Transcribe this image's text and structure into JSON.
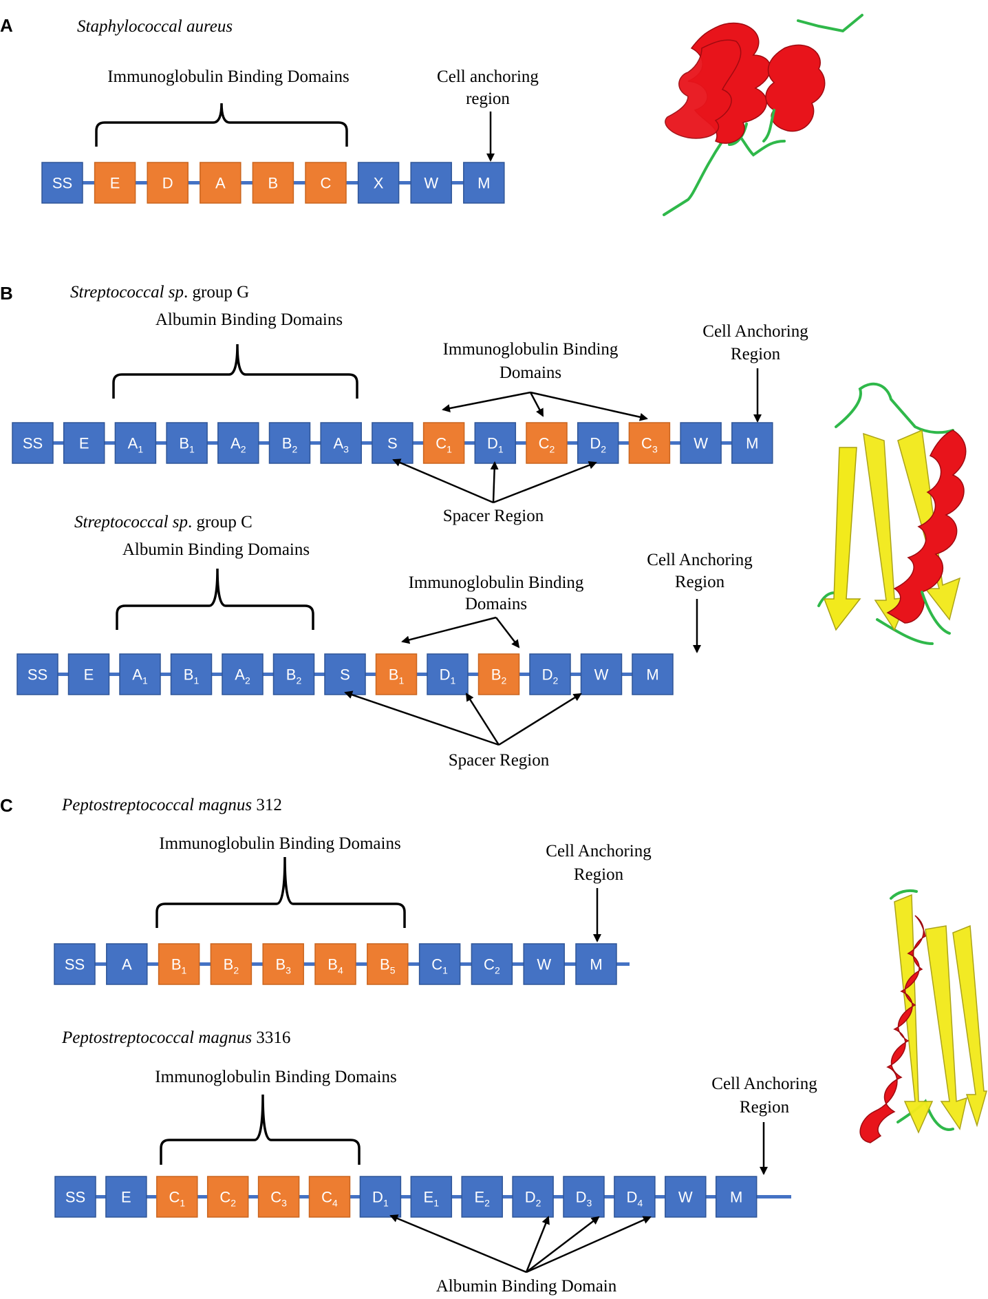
{
  "colors": {
    "blue_domain": "#4472c4",
    "orange_domain": "#ed7d31",
    "chain": "#4472c4"
  },
  "panels": {
    "A": {
      "letter": "A",
      "species": "Staphylococcal aureus",
      "brace_label": "Immunoglobulin Binding Domains",
      "anchor_label": [
        "Cell anchoring",
        "region"
      ],
      "domains": [
        {
          "t": "SS",
          "c": "b"
        },
        {
          "t": "E",
          "c": "o"
        },
        {
          "t": "D",
          "c": "o"
        },
        {
          "t": "A",
          "c": "o"
        },
        {
          "t": "B",
          "c": "o"
        },
        {
          "t": "C",
          "c": "o"
        },
        {
          "t": "X",
          "c": "b"
        },
        {
          "t": "W",
          "c": "b"
        },
        {
          "t": "M",
          "c": "b"
        }
      ]
    },
    "B1": {
      "letter": "B",
      "species_italic": "Streptococcal sp",
      "species_rest": ". group G",
      "brace_label": "Albumin Binding Domains",
      "ig_label": [
        "Immunoglobulin Binding",
        "Domains"
      ],
      "anchor_label": [
        "Cell Anchoring",
        "Region"
      ],
      "spacer_label": "Spacer Region",
      "domains": [
        {
          "t": "SS",
          "c": "b"
        },
        {
          "t": "E",
          "c": "b"
        },
        {
          "t": "A",
          "s": "1",
          "c": "b"
        },
        {
          "t": "B",
          "s": "1",
          "c": "b"
        },
        {
          "t": "A",
          "s": "2",
          "c": "b"
        },
        {
          "t": "B",
          "s": "2",
          "c": "b"
        },
        {
          "t": "A",
          "s": "3",
          "c": "b"
        },
        {
          "t": "S",
          "c": "b"
        },
        {
          "t": "C",
          "s": "1",
          "c": "o"
        },
        {
          "t": "D",
          "s": "1",
          "c": "b"
        },
        {
          "t": "C",
          "s": "2",
          "c": "o"
        },
        {
          "t": "D",
          "s": "2",
          "c": "b"
        },
        {
          "t": "C",
          "s": "3",
          "c": "o"
        },
        {
          "t": "W",
          "c": "b"
        },
        {
          "t": "M",
          "c": "b"
        }
      ]
    },
    "B2": {
      "species_italic": "Streptococcal sp",
      "species_rest": ". group C",
      "brace_label": "Albumin Binding Domains",
      "ig_label": [
        "Immunoglobulin Binding",
        "Domains"
      ],
      "anchor_label": [
        "Cell Anchoring",
        "Region"
      ],
      "spacer_label": "Spacer Region",
      "domains": [
        {
          "t": "SS",
          "c": "b"
        },
        {
          "t": "E",
          "c": "b"
        },
        {
          "t": "A",
          "s": "1",
          "c": "b"
        },
        {
          "t": "B",
          "s": "1",
          "c": "b"
        },
        {
          "t": "A",
          "s": "2",
          "c": "b"
        },
        {
          "t": "B",
          "s": "2",
          "c": "b"
        },
        {
          "t": "S",
          "c": "b"
        },
        {
          "t": "B",
          "s": "1",
          "c": "o"
        },
        {
          "t": "D",
          "s": "1",
          "c": "b"
        },
        {
          "t": "B",
          "s": "2",
          "c": "o"
        },
        {
          "t": "D",
          "s": "2",
          "c": "b"
        },
        {
          "t": "W",
          "c": "b"
        },
        {
          "t": "M",
          "c": "b"
        }
      ]
    },
    "C1": {
      "letter": "C",
      "species_italic": "Peptostreptococcal magnus",
      "species_rest": " 312",
      "brace_label": "Immunoglobulin Binding Domains",
      "anchor_label": [
        "Cell Anchoring",
        "Region"
      ],
      "domains": [
        {
          "t": "SS",
          "c": "b"
        },
        {
          "t": "A",
          "c": "b"
        },
        {
          "t": "B",
          "s": "1",
          "c": "o"
        },
        {
          "t": "B",
          "s": "2",
          "c": "o"
        },
        {
          "t": "B",
          "s": "3",
          "c": "o"
        },
        {
          "t": "B",
          "s": "4",
          "c": "o"
        },
        {
          "t": "B",
          "s": "5",
          "c": "o"
        },
        {
          "t": "C",
          "s": "1",
          "c": "b"
        },
        {
          "t": "C",
          "s": "2",
          "c": "b"
        },
        {
          "t": "W",
          "c": "b"
        },
        {
          "t": "M",
          "c": "b"
        }
      ]
    },
    "C2": {
      "species_italic": "Peptostreptococcal magnus",
      "species_rest": " 3316",
      "brace_label": "Immunoglobulin Binding Domains",
      "anchor_label": [
        "Cell Anchoring",
        "Region"
      ],
      "albumin_label": "Albumin Binding Domain",
      "domains": [
        {
          "t": "SS",
          "c": "b"
        },
        {
          "t": "E",
          "c": "b"
        },
        {
          "t": "C",
          "s": "1",
          "c": "o"
        },
        {
          "t": "C",
          "s": "2",
          "c": "o"
        },
        {
          "t": "C",
          "s": "3",
          "c": "o"
        },
        {
          "t": "C",
          "s": "4",
          "c": "o"
        },
        {
          "t": "D",
          "s": "1",
          "c": "b"
        },
        {
          "t": "E",
          "s": "1",
          "c": "b"
        },
        {
          "t": "E",
          "s": "2",
          "c": "b"
        },
        {
          "t": "D",
          "s": "2",
          "c": "b"
        },
        {
          "t": "D",
          "s": "3",
          "c": "b"
        },
        {
          "t": "D",
          "s": "4",
          "c": "b"
        },
        {
          "t": "W",
          "c": "b"
        },
        {
          "t": "M",
          "c": "b"
        }
      ]
    }
  }
}
